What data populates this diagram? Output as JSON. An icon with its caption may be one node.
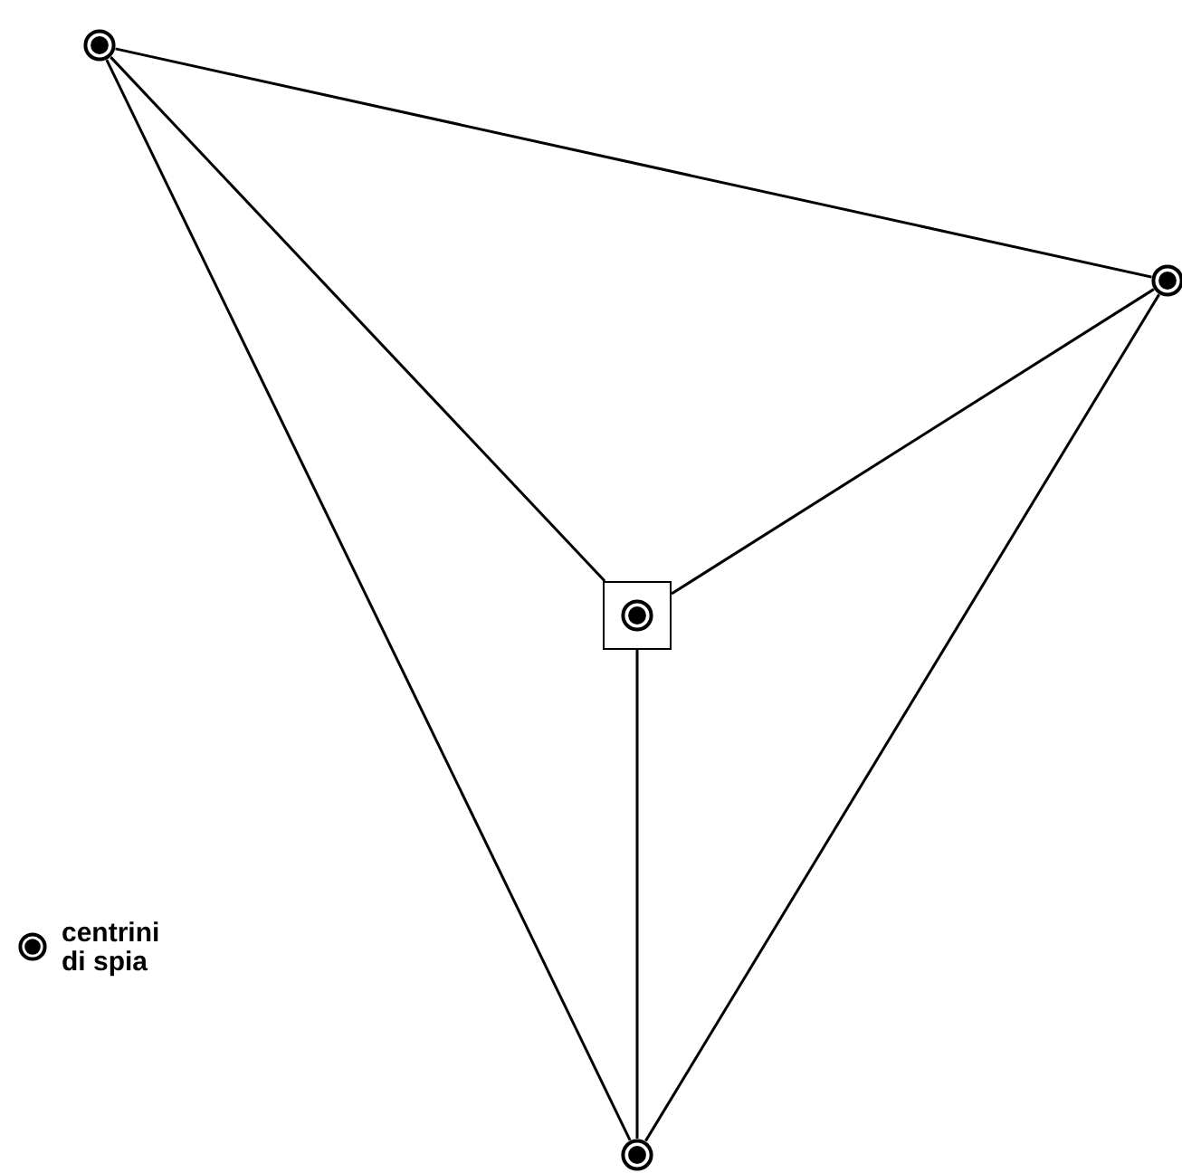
{
  "diagram": {
    "nodes": [
      {
        "text": [],
        "shape": "circle"
      },
      {
        "text": [],
        "shape": "circle"
      },
      {
        "text": [],
        "shape": "box"
      },
      {
        "text": [],
        "shape": "circle",
        "in": 2
      },
      {
        "text": [],
        "shape": "circle"
      }
    ],
    "edges": [
      {
        "from": 0,
        "to": 1,
        "arrow": "none"
      },
      {
        "from": 0,
        "to": 2,
        "arrow": "none"
      },
      {
        "from": 0,
        "to": 4,
        "arrow": "none"
      },
      {
        "from": 1,
        "to": 2,
        "arrow": "none"
      },
      {
        "from": 1,
        "to": 4,
        "arrow": "none"
      },
      {
        "from": 2,
        "to": 4,
        "arrow": "none"
      }
    ],
    "legend": [
      {
        "text": "centrini di spia"
      }
    ]
  }
}
